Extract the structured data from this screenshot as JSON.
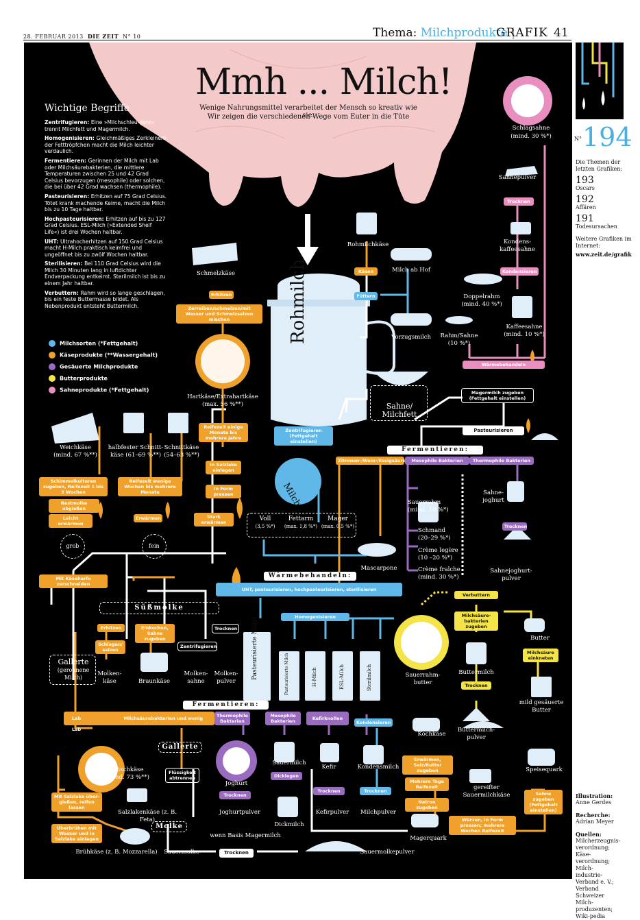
{
  "header": {
    "date": "28. FEBRUAR 2013",
    "paper": "DIE ZEIT",
    "issue": "N° 10",
    "theme_prefix": "Thema:",
    "theme": "Milchprodukte",
    "section": "GRAFIK",
    "page": "41"
  },
  "title": "Mmh ... Milch!",
  "subtitle1": "Wenige Nahrungsmittel verarbeitet der Mensch so kreativ wie sie.",
  "subtitle2": "Wir zeigen die verschiedenen Wege vom Euter in die Tüte",
  "glossary": {
    "heading": "Wichtige Begriffe",
    "items": [
      {
        "term": "Zentrifugieren:",
        "text": "Eine »Milchschleu-dere« trennt Milchfett und Magermilch."
      },
      {
        "term": "Homogenisieren:",
        "text": "Gleichmäßiges Zerkleinern der Fetttröpfchen macht die Milch leichter verdaulich."
      },
      {
        "term": "Fermentieren:",
        "text": "Gerinnen der Milch mit Lab oder Milchsäurebakterien, die mittlere Temperaturen zwischen 25 und 42 Grad Celsius bevorzugen (mesophile) oder solchen, die bei über 42 Grad wachsen (thermophile)."
      },
      {
        "term": "Pasteurisieren:",
        "text": "Erhitzen auf 75 Grad Celsius. Tötet krank machende Keime, macht die Milch bis zu 10 Tage haltbar."
      },
      {
        "term": "Hochpasteurisieren:",
        "text": "Erhitzen auf bis zu 127 Grad Celsius. ESL-Milch (»Extended Shelf Life«) ist drei Wochen haltbar."
      },
      {
        "term": "UHT:",
        "text": "Ultrahocherhitzen auf 150 Grad Celsius macht H-Milch praktisch keimfrei und ungeöffnet bis zu zwölf Wochen haltbar."
      },
      {
        "term": "Sterilisieren:",
        "text": "Bei 110 Grad Celsius wird die Milch 30 Minuten lang in luftdichter Endverpackung entkeimt. Sterilmilch ist bis zu einem Jahr haltbar."
      },
      {
        "term": "Verbuttern:",
        "text": "Rahm wird so lange geschlagen, bis ein feste Buttermasse bildet. Als Nebenprodukt entsteht Buttermilch."
      }
    ]
  },
  "legend": [
    {
      "label": "Milchsorten (*Fettgehalt)",
      "color": "#5fb8e8"
    },
    {
      "label": "Käseprodukte (**Wassergehalt)",
      "color": "#f0a12c"
    },
    {
      "label": "Gesäuerte Milchprodukte",
      "color": "#9a6cc0"
    },
    {
      "label": "Butterprodukte",
      "color": "#f5e447"
    },
    {
      "label": "Sahneprodukte (*Fettgehalt)",
      "color": "#e98fc0"
    }
  ],
  "labels": {
    "rohmilch": "Rohmilch",
    "rohmilchkaese": "Rohmilchkäse",
    "milch_ab_hof": "Milch ab Hof",
    "vorzugsmilch": "Vorzugsmilch",
    "kaesen": "Käsen",
    "fuettern": "Füttern",
    "schmelzkaese": "Schmelzkäse",
    "erhitzen": "Erhitzen",
    "zerreiben": "Zerreiben/schmelzen/mit Wasser und Schmelzsalzen mischen",
    "hartkaese": "Hartkäse/Extrahartkäse",
    "hartkaese_w": "(max. 56 %**)",
    "reifezeit_hart": "Reifezeit einige Monate bis mehrere Jahre",
    "salzlake": "In Salzlake einlegen",
    "form_pressen": "In Form pressen",
    "stark_erwaermen": "Stark erwärmen",
    "weichkaese": "Weichkäse",
    "weichkaese_w": "(mind. 67 %**)",
    "halbfest": "halbfester Schnitt-",
    "halbfest2": "käse (61–69 %**)",
    "schnittkaese": "Schnittkäse",
    "schnittkaese_w": "(54–63 %**)",
    "schimmel": "Schimmelkulturen zugeben, Reifezeit 1 bis 3 Wochen",
    "reifezeit_wenige": "Reifezeit wenige Wochen bis mehrere Monate",
    "restmolke": "Restmolke abgießen",
    "leicht_erwaermen": "Leicht erwärmen",
    "erwaermen": "Erwärmen",
    "grob": "grob",
    "fein": "fein",
    "mit_kaeseharfe": "Mit Käseharfe zerschneiden",
    "zentrifugieren": "Zentrifugieren (Fettgehalt einstellen)",
    "milch": "Milch",
    "voll": "Voll",
    "voll_f": "(3,5 %*)",
    "fettarm": "Fettarm",
    "fettarm_f": "(max. 1,8 %*)",
    "mager": "Mager",
    "mager_f": "(max. 0,5 %*)",
    "mascarpone": "Mascarpone",
    "sahne": "Sahne/",
    "sahne2": "Milchfett",
    "magermilch": "Magermilch zugeben (Fettgehalt einstellen)",
    "pasteurisieren": "Pasteurisieren",
    "waermebehandeln": "Wärmebehandeln",
    "schlagsahne": "Schlagsahne",
    "schlagsahne_f": "(mind. 30 %*)",
    "sahnepulver": "Sahnepulver",
    "trocknen": "Trocknen",
    "kondenskaffeesahne": "Kondens-",
    "kondenskaffeesahne2": "kaffeesahne",
    "kondensieren": "Kondensieren",
    "doppelrahm": "Doppelrahm",
    "doppelrahm_f": "(mind. 40 %*)",
    "kaffeesahne": "Kaffeesahne",
    "kaffeesahne_f": "(mind. 10 %*)",
    "rahm": "Rahm/Sahne",
    "rahm_f": "(10 %*)",
    "fermentieren": "Fermentieren:",
    "zitronen": "Zitronen-/Wein-/Essigsäure",
    "mesophile": "Mesophile Bakterien",
    "thermophile": "Thermophile Bakterien",
    "sauerrahm": "Sauerrahm",
    "sauerrahm_f": "(mind. 10 %*)",
    "sahnejoghurt": "Sahne-",
    "sahnejoghurt2": "joghurt",
    "schmand": "Schmand",
    "schmand_f": "(20–29 %*)",
    "creme_legere": "Crème legère",
    "creme_legere_f": "(10 –20 %*)",
    "creme_fraiche": "Crème fraîche",
    "creme_fraiche_f": "(mind. 30 %*)",
    "sahnejoghurtpulver": "Sahnejoghurt-",
    "sahnejoghurtpulver2": "pulver",
    "waermebehandeln2": "Wärmebehandeln:",
    "uht": "UHT, pasteurisieren, hochpasteurisieren, sterilisieren",
    "suessmolke": "Süßmolke",
    "erhitzen2": "Erhitzen",
    "einkochen": "Einkochen, Sahne zugeben",
    "schlagen": "Schlagen/ salzen",
    "zentrifugieren2": "Zentrifugieren",
    "trocknen2": "Trocknen",
    "molkenkaese": "Molken-",
    "molkenkaese2": "käse",
    "braunkaese": "Braunkäse",
    "molkensahne": "Molken-",
    "molkensahne2": "sahne",
    "molkenpulver": "Molken-",
    "molkenpulver2": "pulver",
    "gallerte": "Gallerte",
    "gallerte2": "(geronnene",
    "gallerte3": "Milch)",
    "pasteurisierte": "Pasteurisierte Milch",
    "homogenisieren": "Homogenisieren",
    "past_milch_small": "Pasteurisierte Milch",
    "h_milch": "H-Milch",
    "esl_milch": "ESL-Milch",
    "sterilmilch": "Sterilmilch",
    "verbuttern": "Verbuttern",
    "milchsaeure": "Milchsäure-bakterien zugeben",
    "sauerrahmbutter": "Sauerrahm-",
    "sauerrahmbutter2": "butter",
    "buttermilch": "Buttermilch",
    "trocknen3": "Trocknen",
    "buttermilchpulver": "Buttermilch-",
    "buttermilchpulver2": "pulver",
    "butter": "Butter",
    "milchsaeure_einkneten": "Milchsäure einkneten",
    "mild_gesaeuerte": "mild gesäuerte",
    "mild_gesaeuerte2": "Butter",
    "fermentieren2": "Fermentieren:",
    "lab": "Lab",
    "lab_mix": "Milchsäurebakterien und wenig Lab",
    "thermophile2": "Thermophile Bakterien",
    "mesophile2": "Mesophile Bakterien",
    "kefirknollen": "Kefirknollen",
    "kondensieren2": "Kondensieren",
    "gallerte_h": "Gallerte",
    "fluessigkeit": "Flüssigkeit abtrennen",
    "molke_h": "Molke",
    "frischkaese": "Frischkäse",
    "frischkaese_w": "(mind. 73 %**)",
    "mit_salzlake": "Mit Salzlake über-gießen, reifen lassen",
    "salzlakenkaese": "Salzlakenkäse (z. B. Feta)",
    "ueberbruehen": "Überbrühen mit Wasser und in Salzlake einlegen",
    "bruehkaese": "Brühkäse (z. B. Mozzarella)",
    "sauermolke": "Sauermolke",
    "trocknen4": "Trocknen",
    "sauermolkepulver": "Sauermolkepulver",
    "joghurt": "Joghurt",
    "trocknen5": "Trocknen",
    "joghurtpulver": "Joghurtpulver",
    "wenn_basis": "wenn Basis Magermilch",
    "sauermilch": "Sauermilch",
    "dicklegen": "Dicklegen",
    "dickmilch": "Dickmilch",
    "kefir": "Kefir",
    "trocknen6": "Trocknen",
    "kefirpulver": "Kefirpulver",
    "kondensmilch": "Kondensmilch",
    "trocknen7": "Trocknen",
    "milchpulver": "Milchpulver",
    "kochkaese": "Kochkäse",
    "erwaermen2": "Erwärmen, Salz/Butter zugeben",
    "mehrere_tage": "Mehrere Tage Reifezeit",
    "natron": "Natron zugeben",
    "gereifter": "gereifter",
    "gereifter2": "Sauermilchkäse",
    "wuerzen": "Würzen, in Form pressen; mehrere Wochen Reifezeit",
    "magerquark": "Magerquark",
    "speisequark": "Speisequark",
    "sahne_zugeben": "Sahne zugeben (Fettgehalt einstellen)"
  },
  "sidebar": {
    "number_prefix": "N°",
    "number": "194",
    "themes_intro": "Die Themen der letzten Grafiken:",
    "prev": [
      {
        "num": "193",
        "label": "Oscars"
      },
      {
        "num": "192",
        "label": "Affären"
      },
      {
        "num": "191",
        "label": "Todesursachen"
      }
    ],
    "more": "Weitere Grafiken im Internet:",
    "url": "www.zeit.de/grafik",
    "illustration_label": "Illustration:",
    "illustration": "Anne Gerdes",
    "recherche_label": "Recherche:",
    "recherche": "Adrian Meyer",
    "quellen_label": "Quellen:",
    "quellen": "Milcherzeugnis-verordnung; Käse-verordnung; Milch-industrie-Verband e. V.; Verband Schweizer Milch-produzenten; Wiki-pedia"
  },
  "colors": {
    "blue": "#5fb8e8",
    "orange": "#f0a12c",
    "purple": "#9a6cc0",
    "yellow": "#f5e447",
    "pink": "#e98fc0",
    "udder": "#f4c9c9"
  }
}
